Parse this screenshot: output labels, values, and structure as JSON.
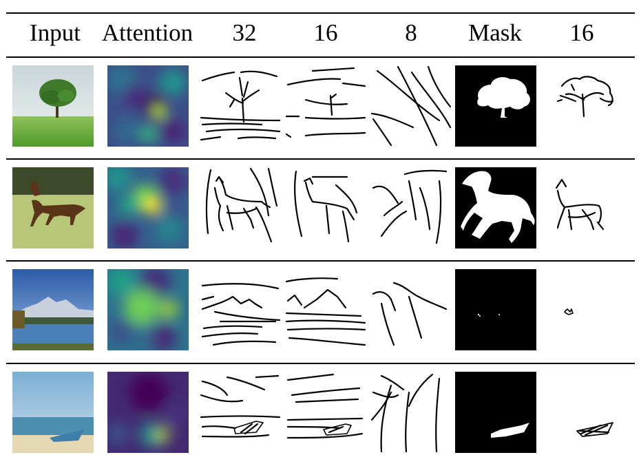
{
  "table": {
    "headers": [
      "Input",
      "Attention",
      "32",
      "16",
      "8",
      "Mask",
      "16"
    ],
    "rows": [
      {
        "subject": "tree"
      },
      {
        "subject": "horse"
      },
      {
        "subject": "mountain-lake"
      },
      {
        "subject": "boat-beach"
      }
    ]
  }
}
